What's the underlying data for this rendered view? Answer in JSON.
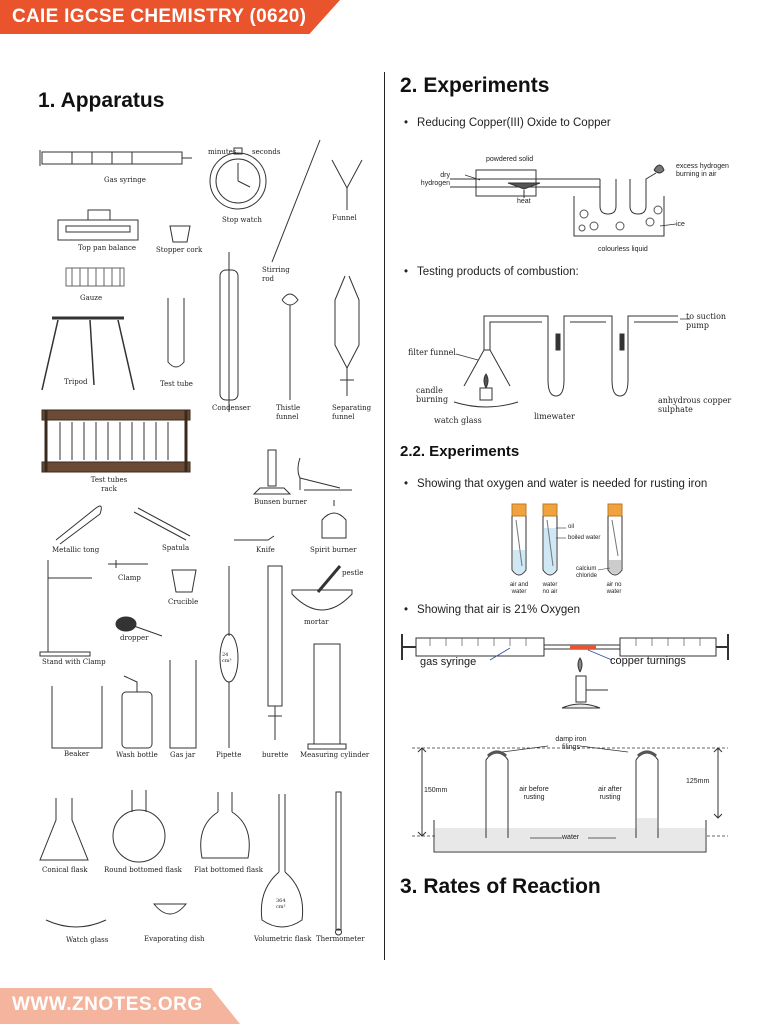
{
  "header": {
    "title": "CAIE IGCSE CHEMISTRY (0620)"
  },
  "left": {
    "heading": "1. Apparatus",
    "labels": {
      "gas_syringe": "Gas syringe",
      "stop_watch": "Stop watch",
      "funnel": "Funnel",
      "top_pan_balance": "Top pan balance",
      "stopper_cork": "Stopper cork",
      "stirring_rod": "Stirring rod",
      "gauze": "Gauze",
      "tripod": "Tripod",
      "test_tube": "Test tube",
      "condenser": "Condenser",
      "thistle_funnel": "Thistle funnel",
      "separating_funnel": "Separating funnel",
      "test_tubes_rack": "Test tubes rack",
      "bunsen_burner": "Bunsen burner",
      "metallic_tong": "Metallic tong",
      "spatula": "Spatula",
      "knife": "Knife",
      "spirit_burner": "Spirit burner",
      "clamp": "Clamp",
      "crucible": "Crucible",
      "pestle": "pestle",
      "mortar": "mortar",
      "dropper": "dropper",
      "stand_with_clamp": "Stand with Clamp",
      "beaker": "Beaker",
      "wash_bottle": "Wash bottle",
      "gas_jar": "Gas jar",
      "pipette": "Pipette",
      "burette": "burette",
      "measuring_cylinder": "Measuring cylinder",
      "conical_flask": "Conical flask",
      "round_bottomed_flask": "Round bottomed flask",
      "flat_bottomed_flask": "Flat bottomed flask",
      "watch_glass": "Watch glass",
      "evaporating_dish": "Evaporating dish",
      "volumetric_flask": "Volumetric flask",
      "thermometer": "Thermometer",
      "minutes": "minutes",
      "seconds": "seconds",
      "pipette_vol": "24 cm³",
      "flask_vol": "364 cm³"
    }
  },
  "right": {
    "heading": "2. Experiments",
    "exp1": {
      "bullet": "Reducing Copper(III) Oxide to Copper",
      "labels": {
        "powdered_solid": "powdered solid",
        "dry_hydrogen": "dry hydrogen",
        "heat": "heat",
        "excess_hydrogen": "excess hydrogen burning in air",
        "ice": "ice",
        "colourless_liquid": "colourless liquid"
      }
    },
    "exp2": {
      "bullet": "Testing products of combustion:",
      "labels": {
        "to_suction_pump": "to suction pump",
        "filter_funnel": "filter funnel",
        "candle_burning": "candle burning",
        "watch_glass": "watch glass",
        "limewater": "limewater",
        "anhydrous_copper_sulphate": "anhydrous copper sulphate"
      }
    },
    "subheading": "2.2. Experiments",
    "exp3": {
      "bullet": "Showing that oxygen and water is needed for rusting iron",
      "labels": {
        "oil": "oil",
        "boiled_water": "boiled water",
        "calcium_chloride": "calcium chloride",
        "air_and_water": "air and water",
        "water_no_air": "water no air",
        "air_no_water": "air no water"
      }
    },
    "exp4": {
      "bullet": "Showing that air is 21% Oxygen",
      "labels": {
        "gas_syringe": "gas syringe",
        "copper_turnings": "copper turnings"
      }
    },
    "exp5": {
      "labels": {
        "damp_iron_filings": "damp iron filings",
        "h150": "150mm",
        "h125": "125mm",
        "air_before_rusting": "air before rusting",
        "air_after_rusting": "air after rusting",
        "water": "water"
      }
    },
    "heading3": "3. Rates of Reaction"
  },
  "footer": {
    "site": "WWW.ZNOTES.ORG"
  },
  "colors": {
    "accent": "#e9542c",
    "footer_bg": "#f4b49d",
    "copper": "#e9542c",
    "tube_cap": "#f0a23c"
  }
}
